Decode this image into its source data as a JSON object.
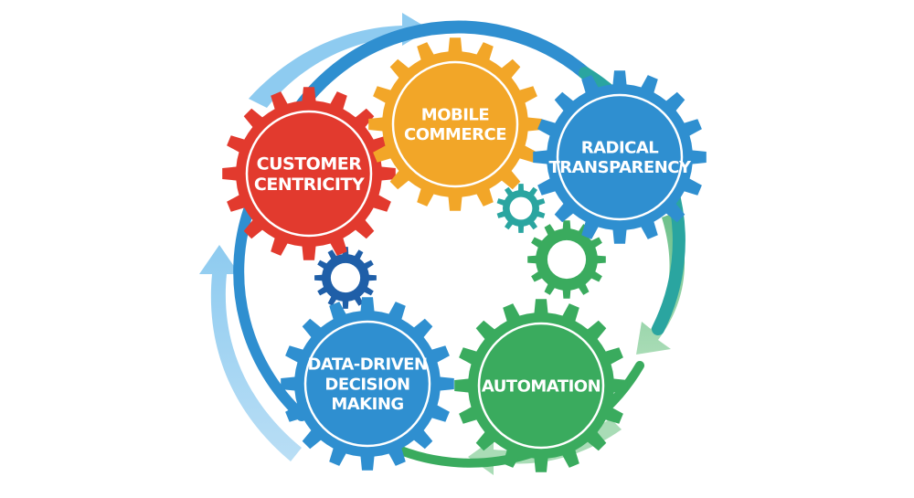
{
  "colors": {
    "red": "#e23a2e",
    "yellow": "#f2a628",
    "blue": "#2f8fd0",
    "green": "#3aab5e",
    "darkblue": "#1f5fa8",
    "teal": "#2aa5a0",
    "lightblue": "#7fc2ea",
    "lightgreen": "#8ccf9c"
  },
  "gears": [
    {
      "id": "customer-centricity",
      "lines": [
        "CUSTOMER",
        "CENTRICITY"
      ],
      "color": "red"
    },
    {
      "id": "mobile-commerce",
      "lines": [
        "MOBILE",
        "COMMERCE"
      ],
      "color": "yellow"
    },
    {
      "id": "radical-transparency",
      "lines": [
        "RADICAL",
        "TRANSPARENCY"
      ],
      "color": "blue"
    },
    {
      "id": "automation",
      "lines": [
        "AUTOMATION"
      ],
      "color": "green"
    },
    {
      "id": "data-driven-decision-making",
      "lines": [
        "DATA-DRIVEN",
        "DECISION",
        "MAKING"
      ],
      "color": "blue"
    }
  ],
  "small_gears": [
    {
      "id": "small-gear-darkblue",
      "color": "darkblue"
    },
    {
      "id": "small-gear-teal",
      "color": "teal"
    },
    {
      "id": "small-gear-green",
      "color": "green"
    }
  ]
}
